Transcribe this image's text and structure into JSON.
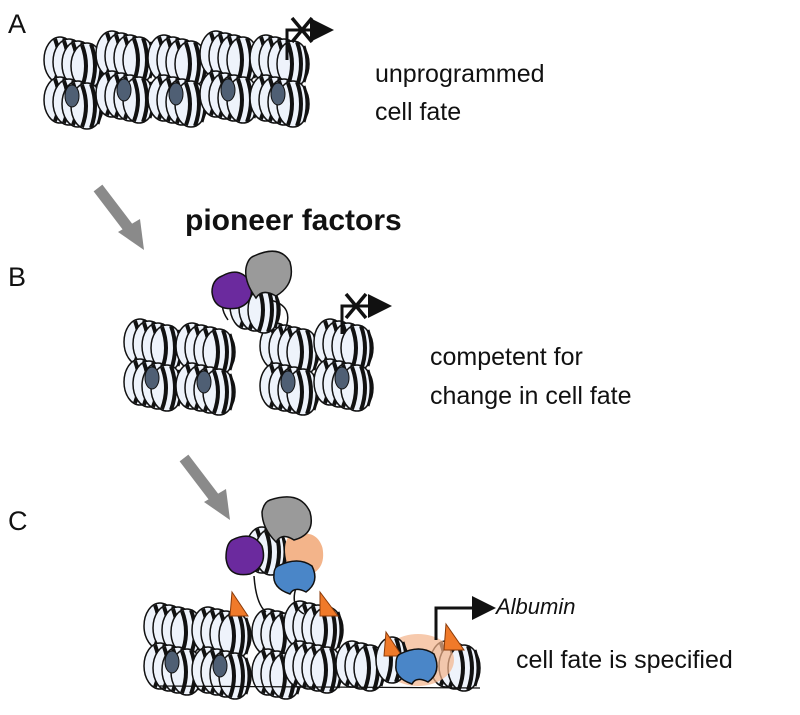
{
  "panels": [
    {
      "letter": "A",
      "caption_lines": [
        "unprogrammed",
        "cell fate"
      ]
    },
    {
      "letter": "B",
      "caption_lines": [
        "competent for",
        "change in cell fate"
      ]
    },
    {
      "letter": "C",
      "caption_lines": [
        "cell fate is specified"
      ]
    }
  ],
  "transition_label": "pioneer factors",
  "gene_label": "Albumin",
  "colors": {
    "purple_factor": "#6b2a9e",
    "gray_factor": "#9a9a9a",
    "peach_factor": "#f3b48a",
    "blue_factor": "#4a86c8",
    "marker": "#f07a2a",
    "arrow": "#8a8a8a",
    "nucleosome_fill": "#eef3fb",
    "nucleosome_core": "#4f5f74"
  }
}
